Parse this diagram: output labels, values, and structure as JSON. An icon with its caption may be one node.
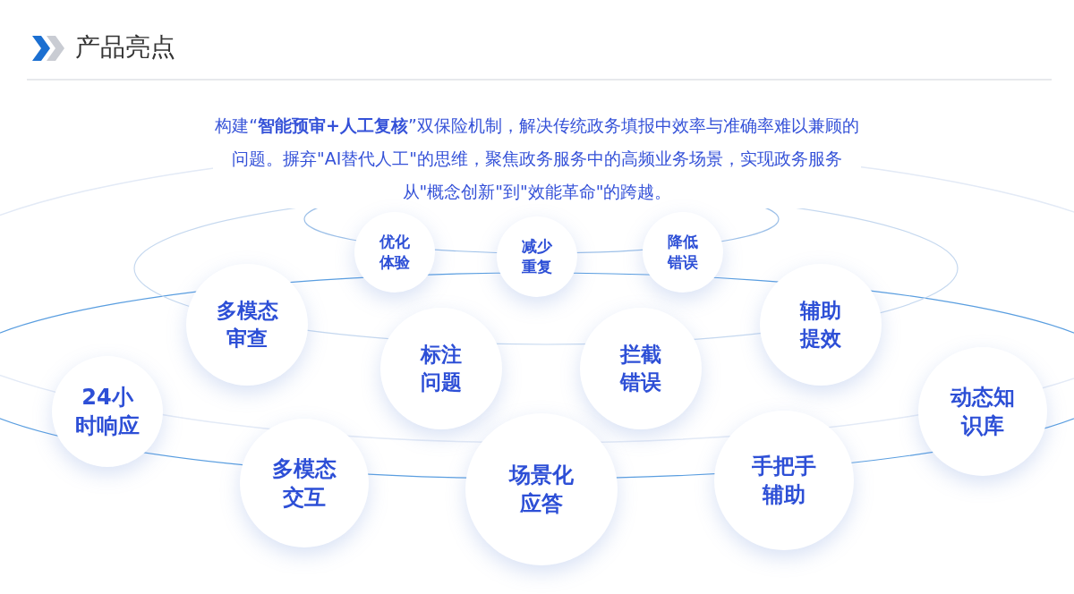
{
  "diagram": {
    "title": "产品亮点",
    "nodes": [
      {
        "text": [
          "优化体验"
        ]
      },
      {
        "text": [
          "减少重复"
        ]
      },
      {
        "text": [
          "降低错误"
        ]
      },
      {
        "text": [
          "多模态审查"
        ]
      },
      {
        "text": [
          "辅助提效"
        ]
      },
      {
        "text": [
          "标注问题"
        ]
      },
      {
        "text": [
          "拦截错误"
        ]
      },
      {
        "text": [
          "24小时响应"
        ]
      },
      {
        "text": [
          "动态知识库"
        ]
      },
      {
        "text": [
          "多模态交互"
        ]
      },
      {
        "text": [
          "场景化应答"
        ]
      },
      {
        "text": [
          "手把手辅助"
        ]
      }
    ],
    "labels": [
      "构建“**智能预审+人工复核**”双保险机制，解决传统政务填报中效率与准确率难以兼顾的问题。摒弃\"AI替代人工\"的思维，聚焦政务服务中的高频业务场景，实现政务服务从\"概念创新\"到\"效能革命\"的跨越。"
    ]
  }
}
